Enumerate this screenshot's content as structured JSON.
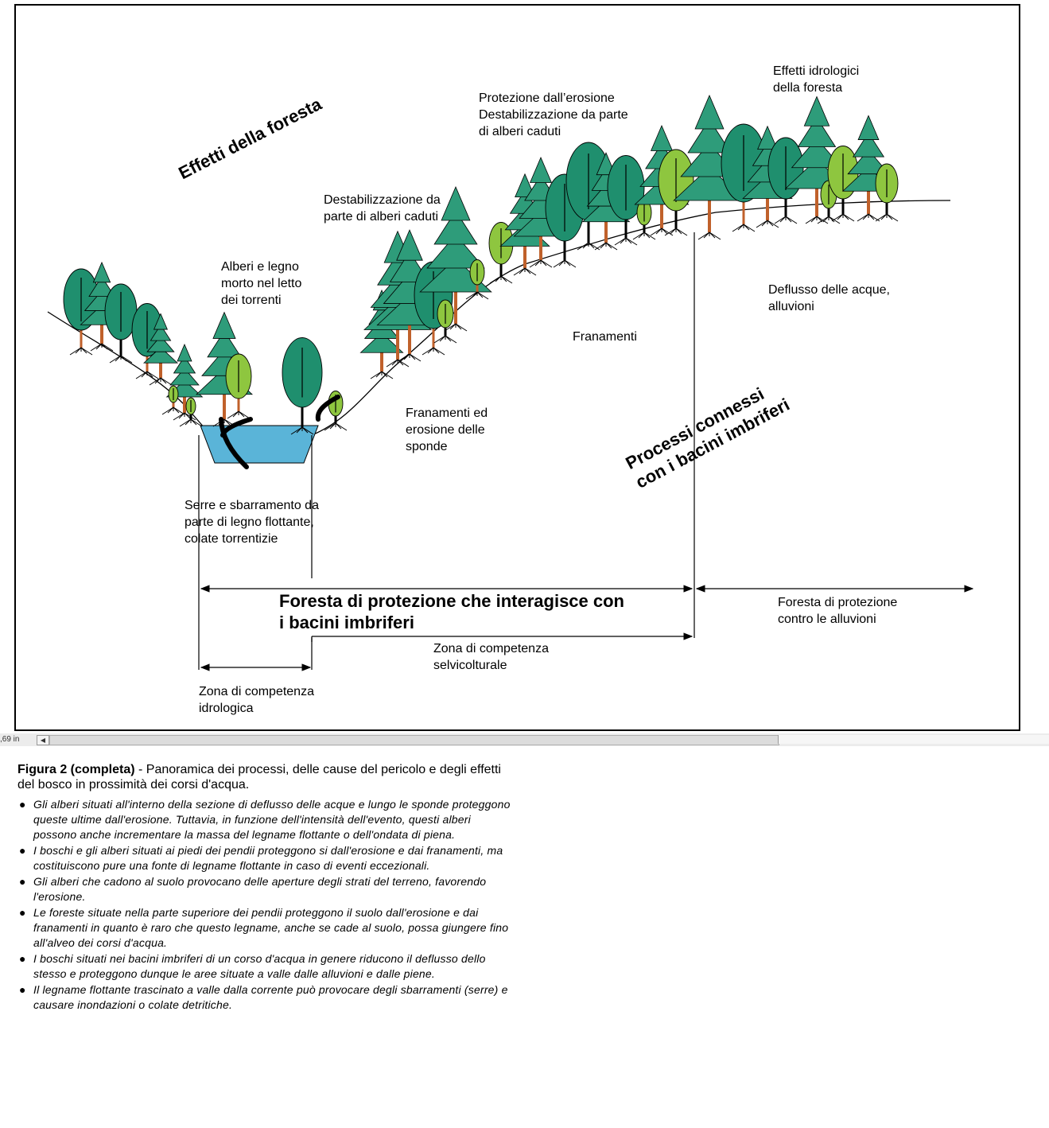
{
  "diagram": {
    "effects_title": "Effetti della foresta",
    "processes_title": "Processi connessi\ncon i bacini imbriferi",
    "labels": {
      "hydro_effects": "Effetti idrologici\ndella foresta",
      "erosion_protection": "Protezione dall’erosione\nDestabilizzazione da parte\ndi alberi caduti",
      "destabilization": "Destabilizzazione da\nparte di alberi caduti",
      "dead_wood": "Alberi e legno\nmorto nel letto\ndei torrenti",
      "runoff": "Deflusso delle acque,\nalluvioni",
      "landslides": "Franamenti",
      "bank_erosion": "Franamenti ed\nerosione delle\nsponde",
      "dams": "Serre e sbarramento da\nparte di legno flottante,\ncolate torrentizie"
    },
    "zones": {
      "interacting_forest": "Foresta di protezione che interagisce con\ni bacini imbriferi",
      "flood_forest": "Foresta di protezione\ncontro le alluvioni",
      "silvicultural": "Zona di competenza\nselvicolturale",
      "hydrological": "Zona di competenza\nidrologica"
    },
    "colors": {
      "water": "#5ab4d8",
      "conifer": "#2e9c7a",
      "broadleaf_dark": "#1f8f6e",
      "broadleaf_light": "#8ec63f",
      "trunk": "#c0612b",
      "line": "#000000"
    }
  },
  "statusbar": {
    "zoom_readout": ",69 in",
    "left_arrow_icon": "triangle-left-icon"
  },
  "caption": {
    "figure_label": "Figura 2 (completa)",
    "figure_text": "  - Panoramica dei processi, delle cause del pericolo e degli effetti del bosco in prossimità dei corsi d'acqua.",
    "bullets": [
      "Gli alberi situati all'interno della sezione di deflusso delle acque  e lungo le sponde proteggono queste ultime dall'erosione. Tuttavia, in funzione dell'intensità dell'evento, questi alberi possono anche incrementare la massa del legname flottante o dell'ondata di piena.",
      "I boschi e gli alberi situati ai piedi dei pendii proteggono si dall'erosione e dai franamenti, ma costituiscono pure una fonte di legname flottante in caso di eventi eccezionali.",
      "Gli alberi che cadono al suolo provocano delle aperture degli strati del terreno, favorendo l'erosione.",
      "Le foreste situate nella parte superiore dei pendii proteggono il suolo dall'erosione e dai franamenti in quanto è raro che questo legname, anche se cade al suolo, possa giungere fino all'alveo dei corsi d'acqua.",
      "I boschi situati nei bacini imbriferi di un corso d'acqua in genere riducono il deflusso dello stesso e proteggono dunque le aree situate a valle dalle alluvioni e dalle piene.",
      "Il legname flottante trascinato a valle dalla corrente può provocare degli sbarramenti (serre) e causare inondazioni o colate detritiche."
    ],
    "bullet_glyph": "●"
  }
}
